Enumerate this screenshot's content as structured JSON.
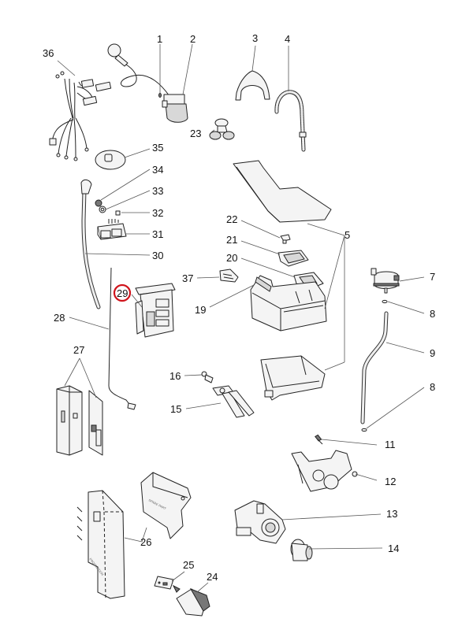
{
  "diagram": {
    "title": "Washing machine exploded parts diagram",
    "highlighted_part": "29",
    "highlight_color": "#d0141c",
    "callouts": [
      {
        "id": "c1",
        "label": "1"
      },
      {
        "id": "c2",
        "label": "2"
      },
      {
        "id": "c3",
        "label": "3"
      },
      {
        "id": "c4",
        "label": "4"
      },
      {
        "id": "c5",
        "label": "5"
      },
      {
        "id": "c7",
        "label": "7"
      },
      {
        "id": "c8a",
        "label": "8"
      },
      {
        "id": "c9",
        "label": "9"
      },
      {
        "id": "c8b",
        "label": "8"
      },
      {
        "id": "c11",
        "label": "11"
      },
      {
        "id": "c12",
        "label": "12"
      },
      {
        "id": "c13",
        "label": "13"
      },
      {
        "id": "c14",
        "label": "14"
      },
      {
        "id": "c15",
        "label": "15"
      },
      {
        "id": "c16",
        "label": "16"
      },
      {
        "id": "c19",
        "label": "19"
      },
      {
        "id": "c20",
        "label": "20"
      },
      {
        "id": "c21",
        "label": "21"
      },
      {
        "id": "c22",
        "label": "22"
      },
      {
        "id": "c23",
        "label": "23"
      },
      {
        "id": "c24",
        "label": "24"
      },
      {
        "id": "c25",
        "label": "25"
      },
      {
        "id": "c26",
        "label": "26"
      },
      {
        "id": "c27",
        "label": "27"
      },
      {
        "id": "c28",
        "label": "28"
      },
      {
        "id": "c29",
        "label": "29"
      },
      {
        "id": "c30",
        "label": "30"
      },
      {
        "id": "c31",
        "label": "31"
      },
      {
        "id": "c32",
        "label": "32"
      },
      {
        "id": "c33",
        "label": "33"
      },
      {
        "id": "c34",
        "label": "34"
      },
      {
        "id": "c35",
        "label": "35"
      },
      {
        "id": "c36",
        "label": "36"
      },
      {
        "id": "c37",
        "label": "37"
      }
    ],
    "panel_texts": {
      "spare_part": "SPARE PART",
      "production": "PRODUCTION"
    }
  }
}
